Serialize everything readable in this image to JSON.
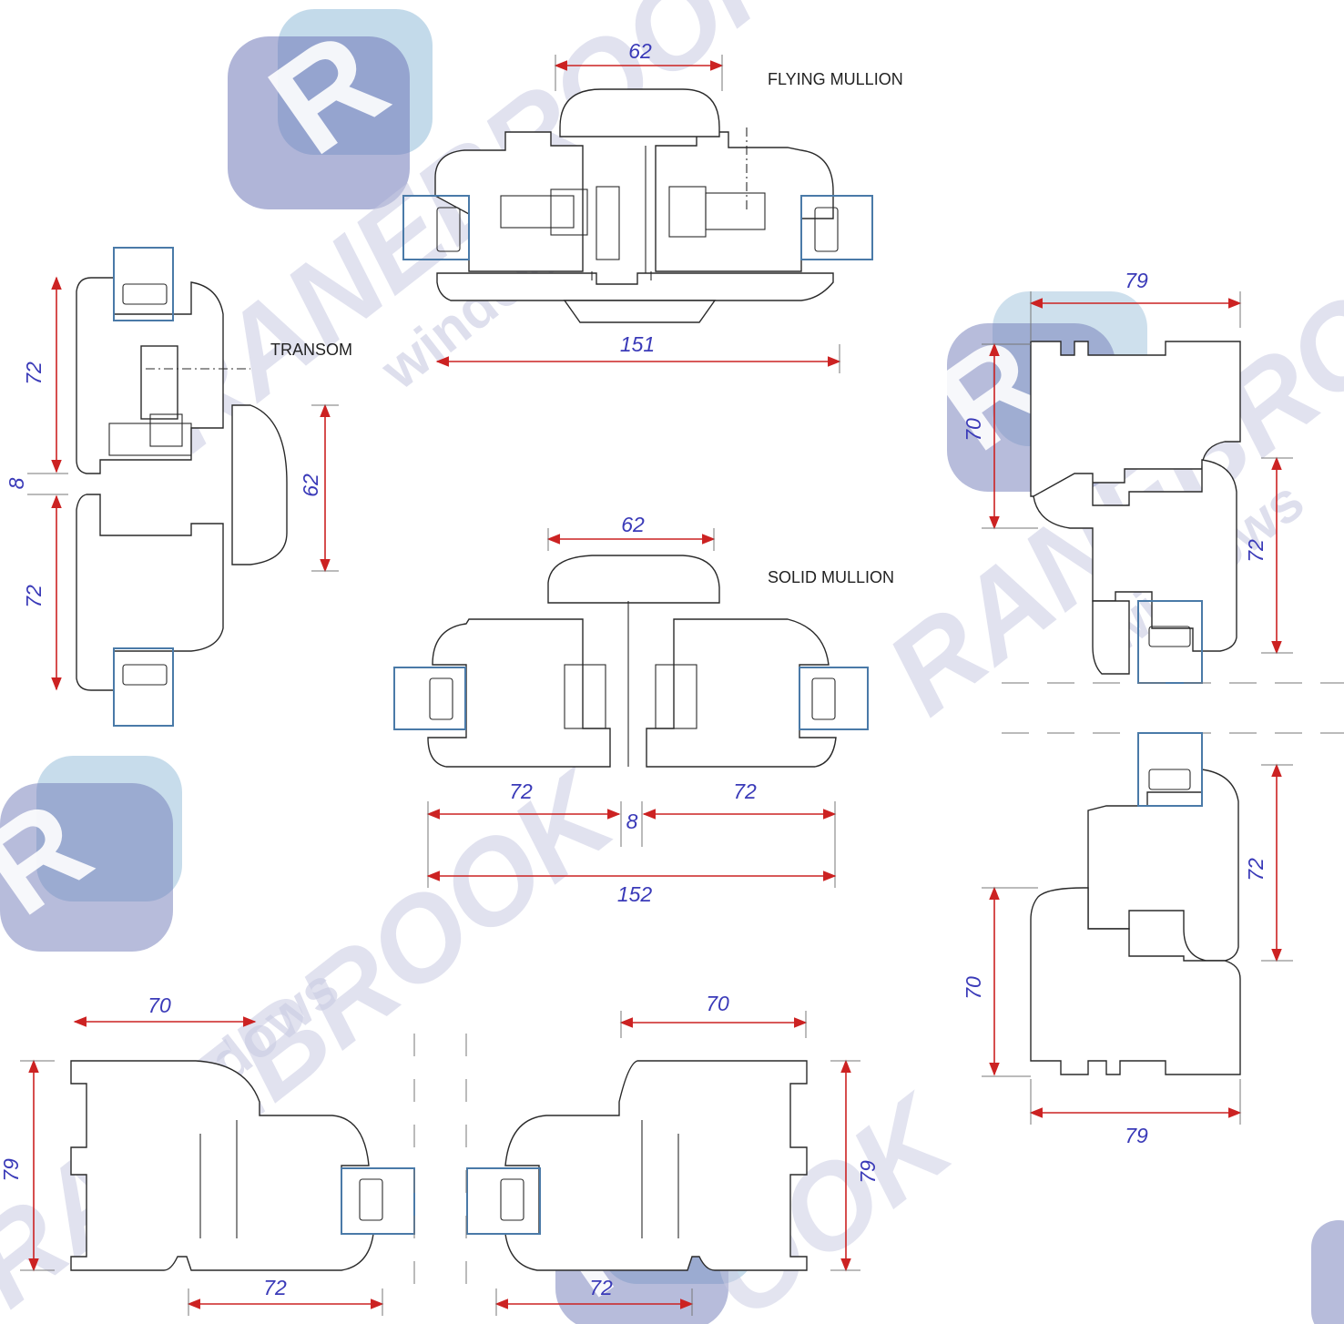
{
  "colors": {
    "dimension_line": "#cc2222",
    "dimension_text": "#3a3ab8",
    "profile_outline": "#2a2a2a",
    "glazing": "#4a7aa8",
    "watermark_logo": "#6f79b8",
    "watermark_text": "#c9cbe2"
  },
  "watermark": {
    "brand": "RANEBROOK",
    "sub": "windows"
  },
  "labels": {
    "flying_mullion": "FLYING MULLION",
    "transom": "TRANSOM",
    "solid_mullion": "SOLID MULLION"
  },
  "dimensions": {
    "flying_mullion_top": "62",
    "flying_mullion_overall": "151",
    "transom_upper": "72",
    "transom_gap": "8",
    "transom_lower": "72",
    "transom_width": "62",
    "solid_mullion_top": "62",
    "solid_mullion_left": "72",
    "solid_mullion_gap": "8",
    "solid_mullion_right": "72",
    "solid_mullion_overall": "152",
    "head_width": "79",
    "head_depth": "70",
    "head_sash": "72",
    "sill_sash": "72",
    "sill_depth": "70",
    "sill_width": "79",
    "jamb_left_top": "70",
    "jamb_left_depth": "79",
    "jamb_left_bottom": "72",
    "jamb_right_top": "70",
    "jamb_right_depth": "79",
    "jamb_right_bottom": "72"
  }
}
